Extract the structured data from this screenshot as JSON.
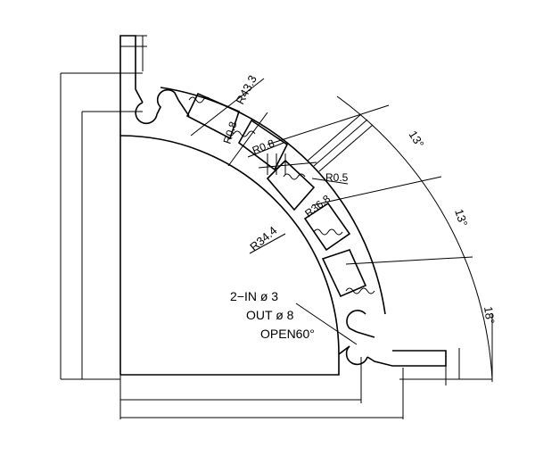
{
  "annotations": {
    "r_outer": "R43.3",
    "r_corner_a": "R0.8",
    "r_corner_b": "R0.8",
    "r_small": "R0.5",
    "r_inner_slot": "R36.8",
    "r_inner": "R34.4",
    "angle_1": "13°",
    "angle_2": "13°",
    "angle_3": "18°"
  },
  "hole_note": {
    "line1": "2−IN ø 3",
    "line2": "OUT ø 8",
    "line3": "OPEN60°"
  }
}
